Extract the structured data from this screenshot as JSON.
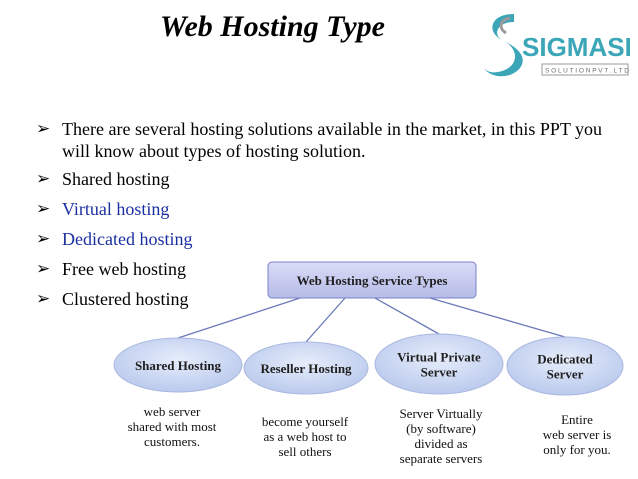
{
  "slide": {
    "title": "Web Hosting Type",
    "logo": {
      "main": "SIGMASEO",
      "sub": "S O L U T I O N   P V T . L T D .",
      "icon": "sigma-swoosh-logo",
      "colors": [
        "#3ba6b8",
        "#9a9a9a"
      ]
    },
    "bullets": [
      {
        "text": "There are several hosting solutions available in the market, in this PPT you will know about types of hosting solution.",
        "color": "#000000"
      },
      {
        "text": "Shared hosting",
        "color": "#000000"
      },
      {
        "text": "Virtual hosting",
        "color": "#1a2fa0"
      },
      {
        "text": "Dedicated hosting",
        "color": "#1a2fa0"
      },
      {
        "text": "Free web hosting",
        "color": "#000000"
      },
      {
        "text": "Clustered hosting",
        "color": "#000000"
      }
    ],
    "bullet_icon": "arrow-right-icon"
  },
  "diagram": {
    "root": "Web Hosting Service Types",
    "colors": {
      "box_fill": "#c8cbee",
      "box_stroke": "#7a80c8",
      "oval_fill": "#c9d7f2",
      "line": "#6a7ab8"
    },
    "nodes": [
      {
        "label_lines": [
          "Shared Hosting"
        ],
        "desc_lines": [
          "web server",
          "shared with most",
          "customers."
        ]
      },
      {
        "label_lines": [
          "Reseller Hosting"
        ],
        "desc_lines": [
          "become yourself",
          "as a web host to",
          "sell others"
        ]
      },
      {
        "label_lines": [
          "Virtual Private",
          "Server"
        ],
        "desc_lines": [
          "Server Virtually",
          "(by software)",
          "divided as",
          "separate servers"
        ]
      },
      {
        "label_lines": [
          "Dedicated",
          "Server"
        ],
        "desc_lines": [
          "Entire",
          "web server is",
          "only for you."
        ]
      }
    ]
  }
}
